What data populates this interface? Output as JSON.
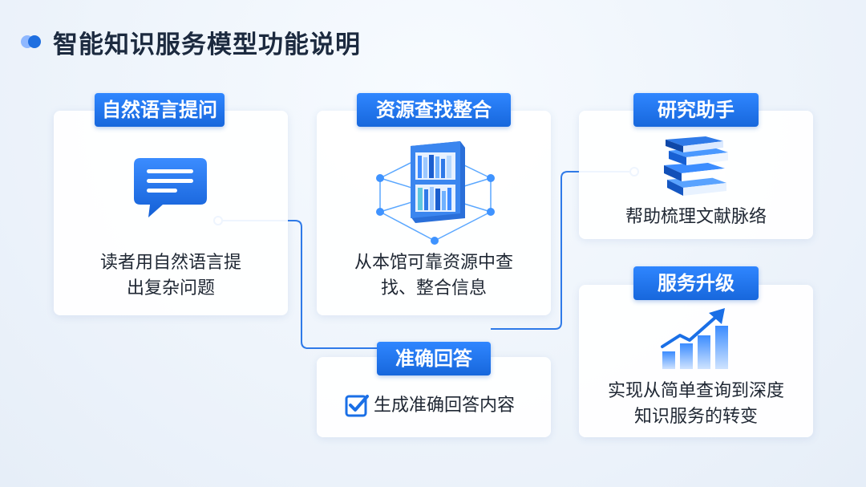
{
  "title": "智能知识服务模型功能说明",
  "colors": {
    "accent": "#1a6fe6",
    "accent_light": "#2f86ff",
    "line": "#2f7ae8"
  },
  "cards": {
    "natural_language": {
      "tag": "自然语言提问",
      "desc_line1": "读者用自然语言提",
      "desc_line2": "出复杂问题",
      "icon": "chat-bubble-icon"
    },
    "resource_find": {
      "tag": "资源查找整合",
      "desc_line1": "从本馆可靠资源中查",
      "desc_line2": "找、整合信息",
      "icon": "bookshelf-network-icon"
    },
    "research_assistant": {
      "tag": "研究助手",
      "desc": "帮助梳理文献脉络",
      "icon": "book-stack-icon"
    },
    "accurate_answer": {
      "tag": "准确回答",
      "desc": "生成准确回答内容",
      "icon": "checkbox-icon"
    },
    "service_upgrade": {
      "tag": "服务升级",
      "desc_line1": "实现从简单查询到深度",
      "desc_line2": "知识服务的转变",
      "icon": "growth-chart-icon"
    }
  }
}
